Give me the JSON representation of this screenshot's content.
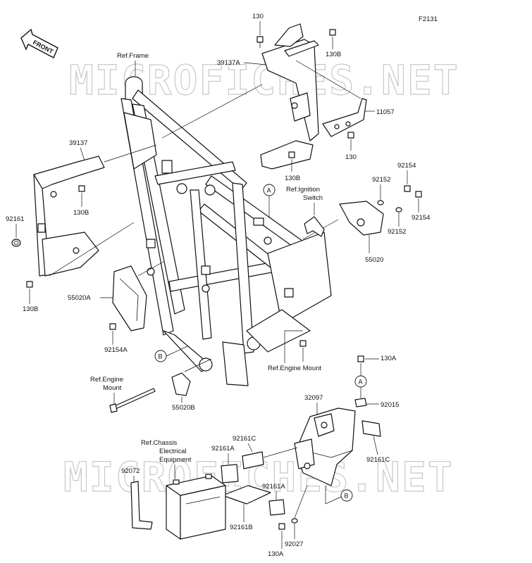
{
  "figure_code": "F2131",
  "watermark": "MICROFICHES.NET",
  "direction_label": "FRONT",
  "labels": {
    "l_130_top": "130",
    "l_130b_top": "130B",
    "l_39137a": "39137A",
    "l_11057": "11057",
    "l_130_mid": "130",
    "l_130b_mid": "130B",
    "l_ref_frame": "Ref.Frame",
    "l_39137": "39137",
    "l_130b_left": "130B",
    "l_92161": "92161",
    "l_130b_lower": "130B",
    "l_55020a": "55020A",
    "l_92154a": "92154A",
    "l_92154_top": "92154",
    "l_92152_top": "92152",
    "l_92154_right": "92154",
    "l_92152_mid": "92152",
    "l_55020": "55020",
    "l_ref_ignition_1": "Ref.Ignition",
    "l_ref_ignition_2": "Switch",
    "l_ref_engine_mount_r": "Ref.Engine Mount",
    "l_ref_engine_mount_l1": "Ref.Engine",
    "l_ref_engine_mount_l2": "Mount",
    "l_55020b": "55020B",
    "l_130a_top": "130A",
    "l_32097": "32097",
    "l_92015": "92015",
    "l_92161c_left": "92161C",
    "l_92161c_right": "92161C",
    "l_92161a_top": "92161A",
    "l_92161a_mid": "92161A",
    "l_ref_chassis_1": "Ref.Chassis",
    "l_ref_chassis_2": "Electrical",
    "l_ref_chassis_3": "Equipment",
    "l_92072": "92072",
    "l_92161b": "92161B",
    "l_130a_bottom": "130A",
    "l_92027": "92027"
  },
  "callouts": {
    "a_frame": "A",
    "a_bracket": "A",
    "b_frame": "B",
    "b_bracket": "B"
  }
}
